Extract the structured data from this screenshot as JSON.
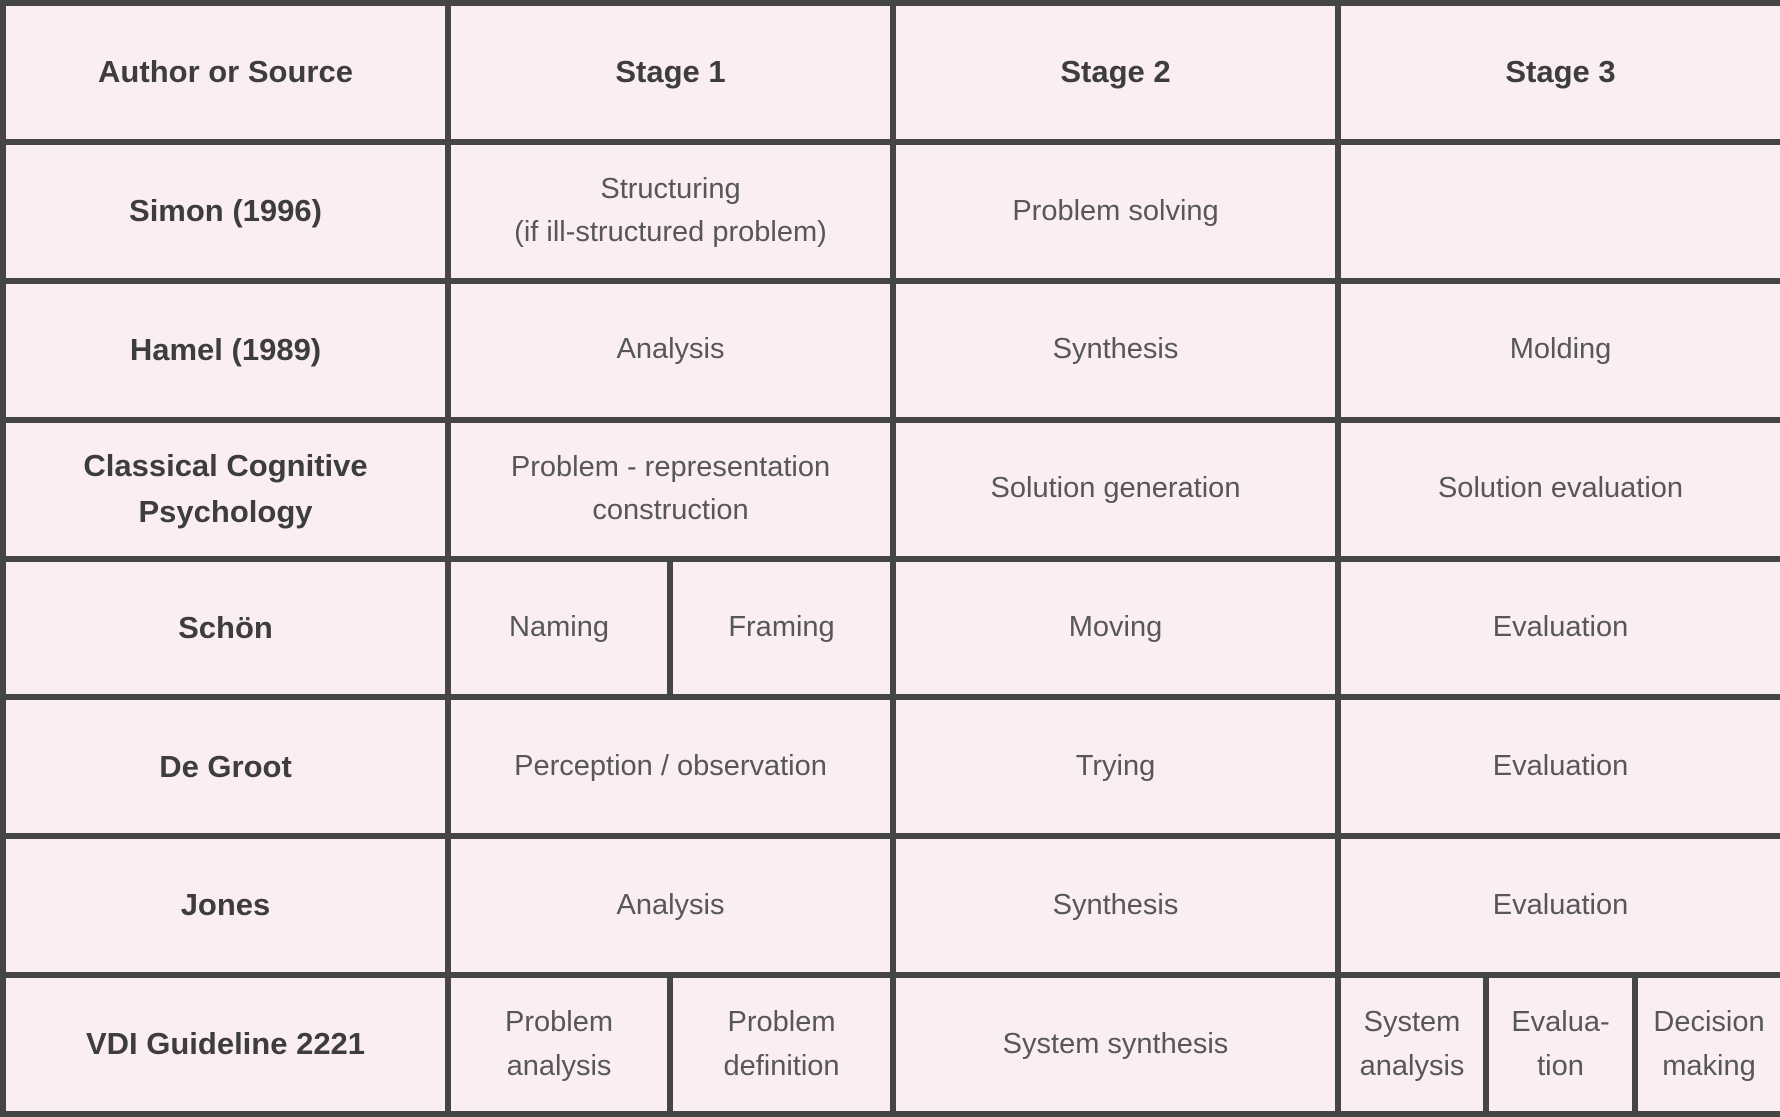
{
  "colors": {
    "background": "#fbeef0",
    "border": "#454545",
    "heading_text": "#3d3d3d",
    "body_text": "#575757"
  },
  "table": {
    "header": {
      "author": "Author or Source",
      "stage1": "Stage 1",
      "stage2": "Stage 2",
      "stage3": "Stage 3"
    },
    "rows": [
      {
        "source": "Simon (1996)",
        "stage1": "Structuring\n(if ill-structured problem)",
        "stage2": "Problem solving",
        "stage3": ""
      },
      {
        "source": "Hamel (1989)",
        "stage1": "Analysis",
        "stage2": "Synthesis",
        "stage3": "Molding"
      },
      {
        "source": "Classical Cognitive\nPsychology",
        "stage1": "Problem - representation\nconstruction",
        "stage2": "Solution generation",
        "stage3": "Solution evaluation"
      },
      {
        "source": "Schön",
        "stage1a": "Naming",
        "stage1b": "Framing",
        "stage2": "Moving",
        "stage3": "Evaluation"
      },
      {
        "source": "De Groot",
        "stage1": "Perception / observation",
        "stage2": "Trying",
        "stage3": "Evaluation"
      },
      {
        "source": "Jones",
        "stage1": "Analysis",
        "stage2": "Synthesis",
        "stage3": "Evaluation"
      },
      {
        "source": "VDI Guideline 2221",
        "stage1a": "Problem\nanalysis",
        "stage1b": "Problem\ndefinition",
        "stage2": "System synthesis",
        "stage3a": "System\nanalysis",
        "stage3b": "Evalua-\ntion",
        "stage3c": "Decision\nmaking"
      }
    ]
  }
}
